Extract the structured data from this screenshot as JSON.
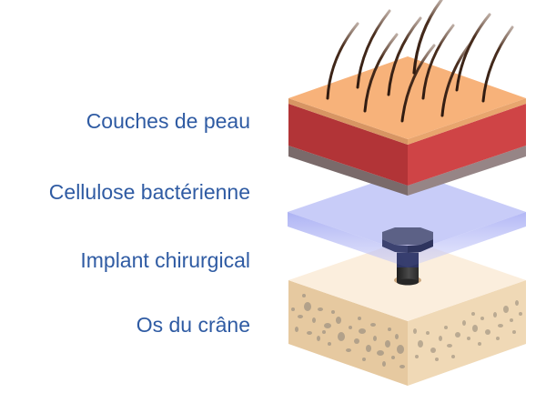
{
  "labels": {
    "skin": "Couches de peau",
    "cellulose": "Cellulose bactérienne",
    "implant": "Implant chirurgical",
    "bone": "Os du crâne"
  },
  "colors": {
    "label_text": "#2f5ba3",
    "skin_top": "#f7b27a",
    "skin_band_left": "#d79563",
    "skin_band_right": "#e8a56e",
    "dermis_left": "#b23437",
    "dermis_right": "#cf4446",
    "hypodermis_left": "#7a6a6a",
    "hypodermis_right": "#968586",
    "hair": "#3b2418",
    "cellulose": "#aab0f5",
    "bolt": "#3c4270",
    "bone_top": "#fbeedd",
    "bone_left": "#e6c9a0",
    "bone_right": "#f0d9b6",
    "bone_pore": "#a89a86"
  },
  "layers": [
    {
      "id": "skin",
      "label_key": "skin"
    },
    {
      "id": "cellulose",
      "label_key": "cellulose"
    },
    {
      "id": "implant",
      "label_key": "implant"
    },
    {
      "id": "bone",
      "label_key": "bone"
    }
  ]
}
